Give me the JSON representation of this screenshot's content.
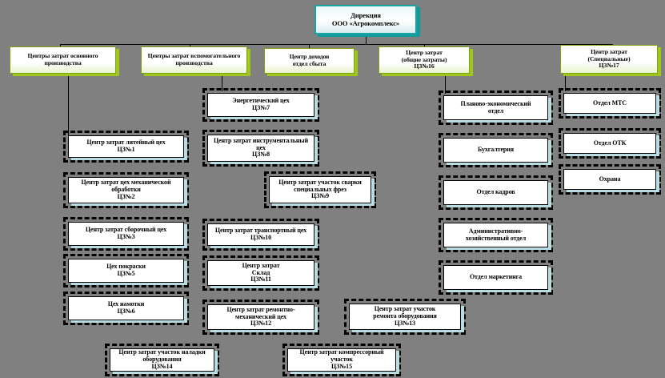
{
  "diagram": {
    "title_root": "Дирекция\nООО «Агрокомплекс»",
    "palette": {
      "background": "#808080",
      "teal_accent": "#1aa3a3",
      "green_accent": "#9fc61a",
      "box_shadow": "#b9dde2",
      "box_face": "#ffffff",
      "outline": "#000000"
    },
    "level2": [
      {
        "id": "cc-main-production",
        "text": "Центры затрат основного\nпроизводства"
      },
      {
        "id": "cc-auxiliary-production",
        "text": "Центры затрат вспомогательного\nпроизводства"
      },
      {
        "id": "revenue-centre-sales",
        "text": "Центр доходов\nотдел сбыта"
      },
      {
        "id": "cc-general",
        "text": "Центр затрат\n(общие затраты)\nЦЗ№16"
      },
      {
        "id": "cc-special",
        "text": "Центр затрат\n(Специальные)\nЦЗ№17"
      }
    ],
    "column_main_production": [
      {
        "id": "cz1",
        "text": "Центр затрат литейный цех\nЦЗ№1"
      },
      {
        "id": "cz2",
        "text": "Центр затрат цех механической\nобработки\nЦЗ№2"
      },
      {
        "id": "cz3",
        "text": "Центр затрат сборочный цех\nЦЗ№3"
      },
      {
        "id": "cz5",
        "text": "Цех покраски\nЦЗ№5"
      },
      {
        "id": "cz6",
        "text": "Цех намотки\nЦЗ№6"
      }
    ],
    "column_auxiliary_production": [
      {
        "id": "cz7",
        "text": "Энергетический цех\nЦЗ№7"
      },
      {
        "id": "cz8",
        "text": "Центр затрат инструментальный\nцех\nЦЗ№8"
      },
      {
        "id": "cz9",
        "text": "Центр затрат участок сварки\nспециальных фрез\nЦЗ№9"
      },
      {
        "id": "cz10",
        "text": "Центр затрат транспортный цех\nЦЗ№10"
      },
      {
        "id": "cz11",
        "text": "Центр затрат\nСклад\nЦЗ№11"
      },
      {
        "id": "cz12",
        "text": "Центр затрат ремонтно-\nмеханический цех\nЦЗ№12"
      },
      {
        "id": "cz13",
        "text": "Центр затрат участок\nремонта оборудования\nЦЗ№13"
      },
      {
        "id": "cz14",
        "text": "Центр затрат участок наладки\nоборудования\nЦЗ№14"
      },
      {
        "id": "cz15",
        "text": "Центр затрат компрессорный\nучасток\nЦЗ№15"
      }
    ],
    "column_general_costs": [
      {
        "id": "dept-planning",
        "text": "Планово-экономический\nотдел"
      },
      {
        "id": "dept-accounting",
        "text": "Бухгалтерия"
      },
      {
        "id": "dept-hr",
        "text": "Отдел кадров"
      },
      {
        "id": "dept-admin",
        "text": "Административно-\nхозяйственный отдел"
      },
      {
        "id": "dept-marketing",
        "text": "Отдел маркетинга"
      }
    ],
    "column_special_costs": [
      {
        "id": "dept-mts",
        "text": "Отдел МТС"
      },
      {
        "id": "dept-otk",
        "text": "Отдел ОТК"
      },
      {
        "id": "dept-security",
        "text": "Охрана"
      }
    ]
  }
}
